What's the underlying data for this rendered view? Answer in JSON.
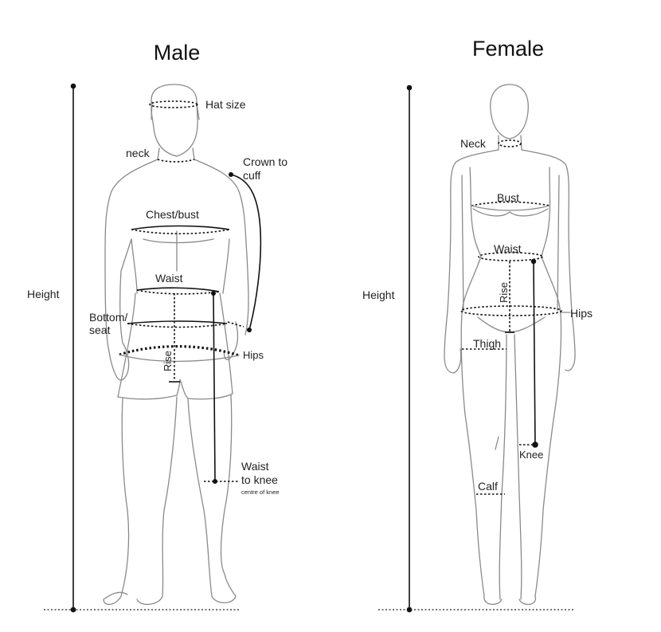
{
  "male": {
    "title": "Male",
    "labels": {
      "hat_size": "Hat size",
      "neck": "neck",
      "crown_to_cuff": [
        "Crown to",
        "cuff"
      ],
      "chest_bust": "Chest/bust",
      "waist": "Waist",
      "bottom_seat": [
        "Bottom/",
        "seat"
      ],
      "hips": "Hips",
      "rise": "Rise",
      "height": "Height",
      "waist_to_knee": [
        "Waist",
        "to knee"
      ],
      "centre_of_knee": "centre of knee"
    }
  },
  "female": {
    "title": "Female",
    "labels": {
      "neck": "Neck",
      "bust": "Bust",
      "waist": "Waist",
      "rise": "Rise",
      "hips": "Hips",
      "thigh": "Thigh",
      "knee": "Knee",
      "calf": "Calf",
      "height": "Height"
    }
  },
  "colors": {
    "outline": "#8a8a8a",
    "measure": "#111111",
    "background": "#ffffff"
  }
}
